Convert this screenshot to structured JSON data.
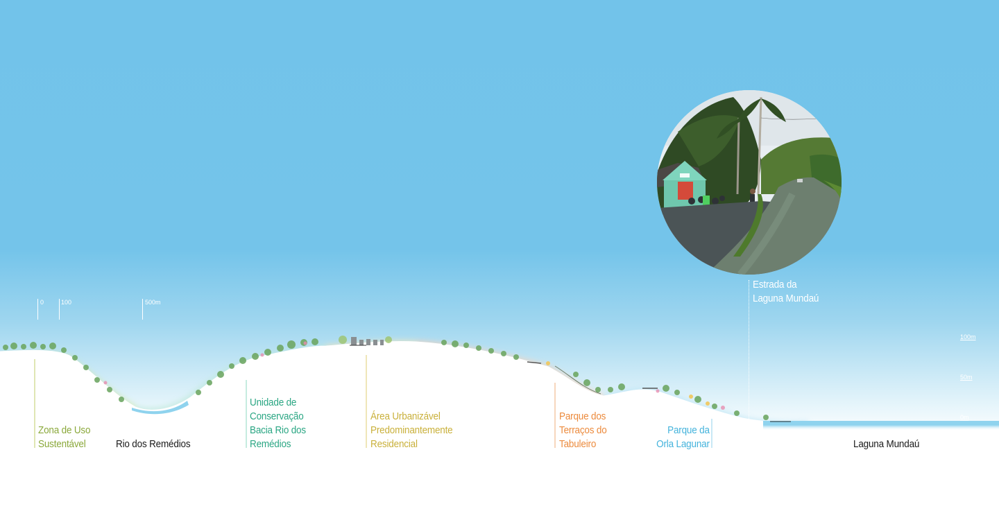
{
  "scale_bar": {
    "ticks": [
      "0",
      "100",
      "500m"
    ]
  },
  "elevation_scale": {
    "labels": [
      "100m",
      "50m",
      "0m"
    ]
  },
  "photo": {
    "caption_lines": [
      "Estrada da",
      "Laguna Mundaú"
    ]
  },
  "zones": [
    {
      "lines": [
        "Zona de Uso",
        "Sustentável"
      ],
      "color": "#8aa83a"
    },
    {
      "lines": [
        "Rio dos Remédios"
      ],
      "color": "#1a1a1a"
    },
    {
      "lines": [
        "Unidade de",
        "Conservação",
        "Bacia Rio dos",
        "Remédios"
      ],
      "color": "#2aa683"
    },
    {
      "lines": [
        "Área Urbanizável",
        "Predominantemente",
        "Residencial"
      ],
      "color": "#c9b03a"
    },
    {
      "lines": [
        "Parque dos",
        "Terraços do",
        "Tabuleiro"
      ],
      "color": "#ec8a3c"
    },
    {
      "lines": [
        "Parque da",
        "Orla Lagunar"
      ],
      "color": "#44b3dc"
    },
    {
      "lines": [
        "Laguna Mundaú"
      ],
      "color": "#1a1a1a"
    }
  ],
  "colors": {
    "sky": "#72c3ea",
    "water": "#8fd3ee",
    "zona_uso": "#8aa83a",
    "unidade_conservacao": "#2aa683",
    "area_urbanizavel": "#c9b03a",
    "parque_terracos": "#ec8a3c",
    "parque_orla": "#44b3dc"
  }
}
